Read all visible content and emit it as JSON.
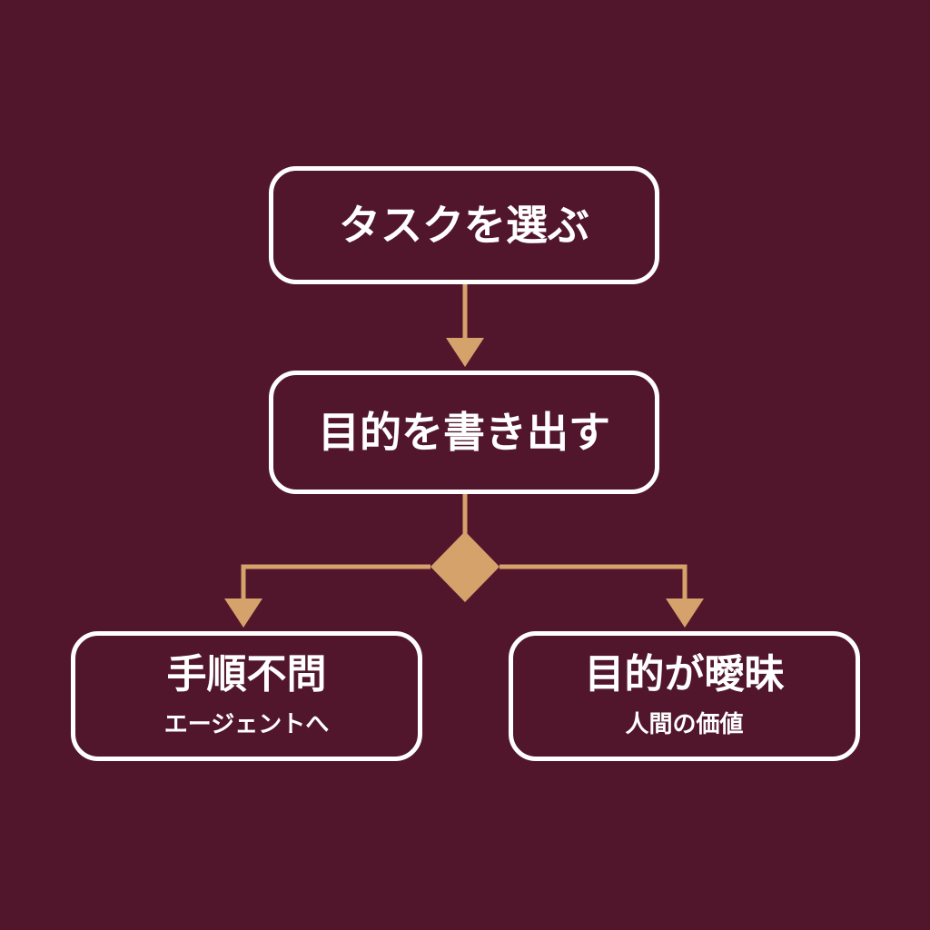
{
  "colors": {
    "background": "#52162c",
    "box_border": "#ffffff",
    "text": "#ffffff",
    "connector": "#d4a26a"
  },
  "nodes": {
    "select_task": {
      "label": "タスクを選ぶ"
    },
    "write_goal": {
      "label": "目的を書き出す"
    },
    "any_method": {
      "label": "手順不問",
      "sublabel": "エージェントへ"
    },
    "vague_goal": {
      "label": "目的が曖昧",
      "sublabel": "人間の価値"
    }
  },
  "edges": [
    {
      "from": "select_task",
      "to": "write_goal"
    },
    {
      "from": "write_goal",
      "to": "decision"
    },
    {
      "from": "decision",
      "to": "any_method"
    },
    {
      "from": "decision",
      "to": "vague_goal"
    }
  ],
  "decision": {
    "shape": "diamond"
  }
}
